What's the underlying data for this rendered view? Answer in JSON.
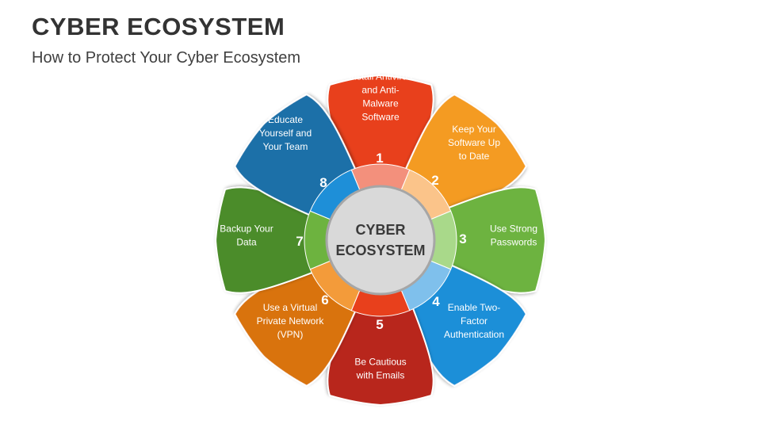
{
  "header": {
    "title": "CYBER ECOSYSTEM",
    "subtitle": "How to Protect Your Cyber Ecosystem"
  },
  "center": {
    "lines": [
      "CYBER",
      "ECOSYSTEM"
    ]
  },
  "steps": [
    {
      "number": "1",
      "lines": [
        "Install Antivirus",
        "and Anti-",
        "Malware",
        "Software"
      ],
      "color": "#E8401C",
      "ring_color": "#F3907C"
    },
    {
      "number": "2",
      "lines": [
        "Keep Your",
        "Software Up",
        "to Date"
      ],
      "color": "#F49B20",
      "ring_color": "#FBC48A"
    },
    {
      "number": "3",
      "lines": [
        "Use Strong",
        "Passwords"
      ],
      "color": "#6DB33F",
      "ring_color": "#A9D98A"
    },
    {
      "number": "4",
      "lines": [
        "Enable Two-",
        "Factor",
        "Authentication"
      ],
      "color": "#1E8FD8",
      "ring_color": "#7FC0EC"
    },
    {
      "number": "5",
      "lines": [
        "Be Cautious",
        "with Emails"
      ],
      "color": "#B8281A",
      "ring_color": "#E8401C"
    },
    {
      "number": "6",
      "lines": [
        "Use a Virtual",
        "Private Network",
        "(VPN)"
      ],
      "color": "#D9730D",
      "ring_color": "#F39B3A"
    },
    {
      "number": "7",
      "lines": [
        "Backup Your",
        "Data"
      ],
      "color": "#4C8C2B",
      "ring_color": "#6DB33F"
    },
    {
      "number": "8",
      "lines": [
        "Educate",
        "Yourself and",
        "Your Team"
      ],
      "color": "#1D6FA8",
      "ring_color": "#1E8FD8"
    }
  ]
}
